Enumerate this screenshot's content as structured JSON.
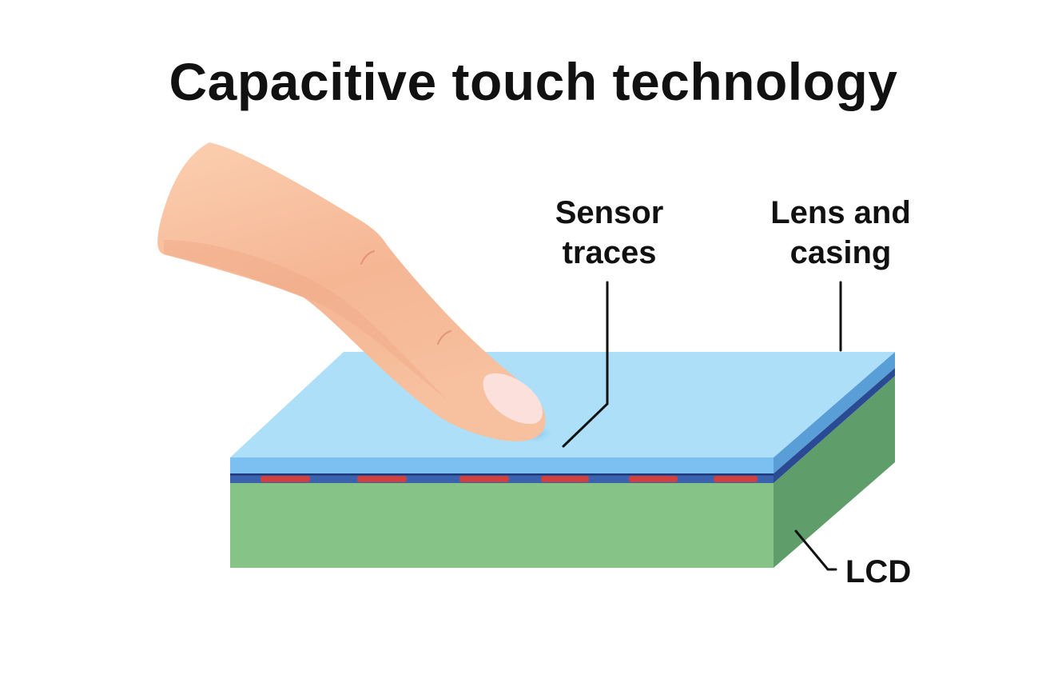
{
  "title": "Capacitive touch technology",
  "labels": {
    "sensor_traces": {
      "line1": "Sensor",
      "line2": "traces"
    },
    "lens_and_casing": {
      "line1": "Lens and",
      "line2": "casing"
    },
    "lcd": "LCD"
  },
  "layers": [
    {
      "name": "Lens and casing",
      "top_color": "#ade0f8",
      "front_color": "#7cc0f2",
      "side_color": "#5a9ed8"
    },
    {
      "name": "Sensor traces",
      "base_color": "#2f5aa8",
      "edge_color": "#1e3a7a",
      "trace_color": "#d1403c"
    },
    {
      "name": "LCD",
      "front_color": "#86c386",
      "side_color": "#5f9e6a"
    }
  ],
  "finger": {
    "skin_color": "#f7c19f",
    "shadow_color": "#eea385",
    "nail_color": "#fbe0dc"
  },
  "leader_line_color": "#111111"
}
